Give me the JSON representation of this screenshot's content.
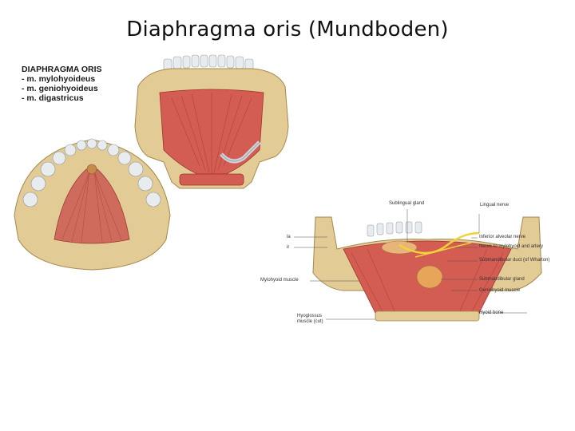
{
  "slide": {
    "title": "Diaphragma oris (Mundboden)"
  },
  "caption": {
    "heading": "DIAPHRAGMA ORIS",
    "items": [
      "- m. mylohyoideus",
      "- m. geniohyoideus",
      "- m. digastricus"
    ]
  },
  "figure_labels": {
    "sublingual_gland": "Sublingual gland",
    "lingual_nerve": "Lingual nerve",
    "inferior_alveolar_nerve": "Inferior alveolar nerve",
    "nerve_to_mylohyoid": "Nerve to mylohyoid and artery",
    "submandibular_duct": "Submandibular duct (of Wharton)",
    "submandibular_gland": "Submandibular gland",
    "geniohyoid_muscle": "Geniohyoid muscle",
    "hyoid_bone": "Hyoid bone",
    "mylohyoid_muscle": "Mylohyoid muscle",
    "hyoglossus_muscle": "Hyoglossus muscle (cut)",
    "left_edge_1": "la",
    "left_edge_2": "ir"
  },
  "colors": {
    "bone": "#e6d3a3",
    "bone_shadow": "#b99a5b",
    "muscle": "#d9625a",
    "muscle_dark": "#a8362f",
    "teeth": "#dfe4ea",
    "gland": "#e7a55a",
    "nerve": "#f2d23a"
  }
}
